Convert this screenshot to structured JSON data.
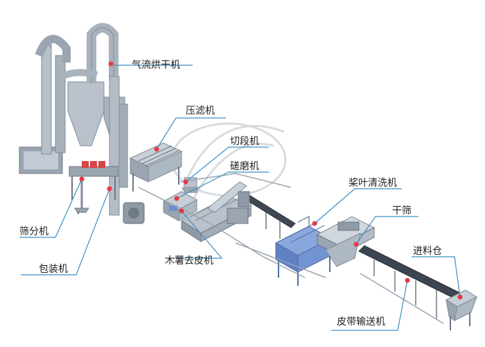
{
  "labels": {
    "air_dryer": "气流烘干机",
    "filter_press": "压滤机",
    "cutter": "切段机",
    "grinder": "磋磨机",
    "paddle_washer": "桨叶清洗机",
    "dry_sieve": "干筛",
    "feed_hopper": "进料仓",
    "belt_conveyor": "皮带输送机",
    "cassava_peeler": "木薯去皮机",
    "packing_machine": "包装机",
    "sieving_machine": "筛分机"
  },
  "colors": {
    "label_line": "#3a8fc4",
    "machine_fill": "#aeb8c3",
    "machine_dark": "#7f8b98",
    "machine_light": "#d4dbe2",
    "blue_tank": "#6d8fcf",
    "marker": "#e63946",
    "watermark": "#c7ccd2"
  },
  "icons": [
    "watermark-logo",
    "marker-dot"
  ]
}
